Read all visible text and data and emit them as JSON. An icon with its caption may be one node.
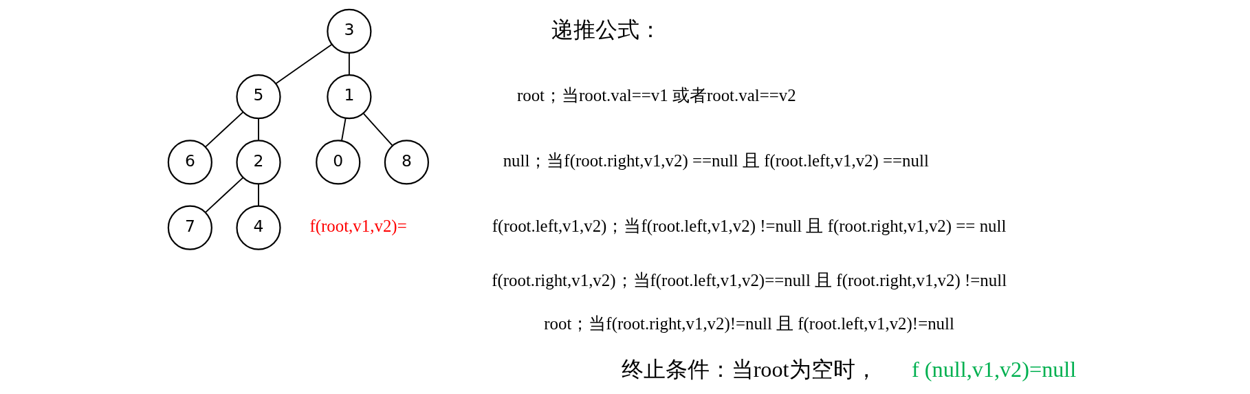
{
  "diagram": {
    "nodes": [
      {
        "text": [
          "3"
        ]
      },
      {
        "text": [
          "5"
        ]
      },
      {
        "text": [
          "1"
        ]
      },
      {
        "text": [
          "6"
        ]
      },
      {
        "text": [
          "2"
        ]
      },
      {
        "text": [
          "0"
        ]
      },
      {
        "text": [
          "8"
        ]
      },
      {
        "text": [
          "7"
        ]
      },
      {
        "text": [
          "4"
        ]
      }
    ],
    "edges": [
      {
        "from": 0,
        "to": 1,
        "arrow": "none"
      },
      {
        "from": 0,
        "to": 2,
        "arrow": "none"
      },
      {
        "from": 1,
        "to": 3,
        "arrow": "none"
      },
      {
        "from": 1,
        "to": 4,
        "arrow": "none"
      },
      {
        "from": 2,
        "to": 5,
        "arrow": "none"
      },
      {
        "from": 2,
        "to": 6,
        "arrow": "none"
      },
      {
        "from": 4,
        "to": 7,
        "arrow": "none"
      },
      {
        "from": 4,
        "to": 8,
        "arrow": "none"
      }
    ],
    "labels": [
      "递推公式：",
      "f(root,v1,v2)=",
      "root；当root.val==v1 或者root.val==v2",
      "null；当f(root.right,v1,v2) ==null 且 f(root.left,v1,v2) ==null",
      "f(root.left,v1,v2)；当f(root.left,v1,v2) !=null 且 f(root.right,v1,v2) == null",
      "f(root.right,v1,v2)；当f(root.left,v1,v2)==null 且 f(root.right,v1,v2) !=null",
      "root；当f(root.right,v1,v2)!=null 且 f(root.left,v1,v2)!=null",
      "终止条件：当root为空时，",
      "f (null,v1,v2)=null"
    ]
  }
}
